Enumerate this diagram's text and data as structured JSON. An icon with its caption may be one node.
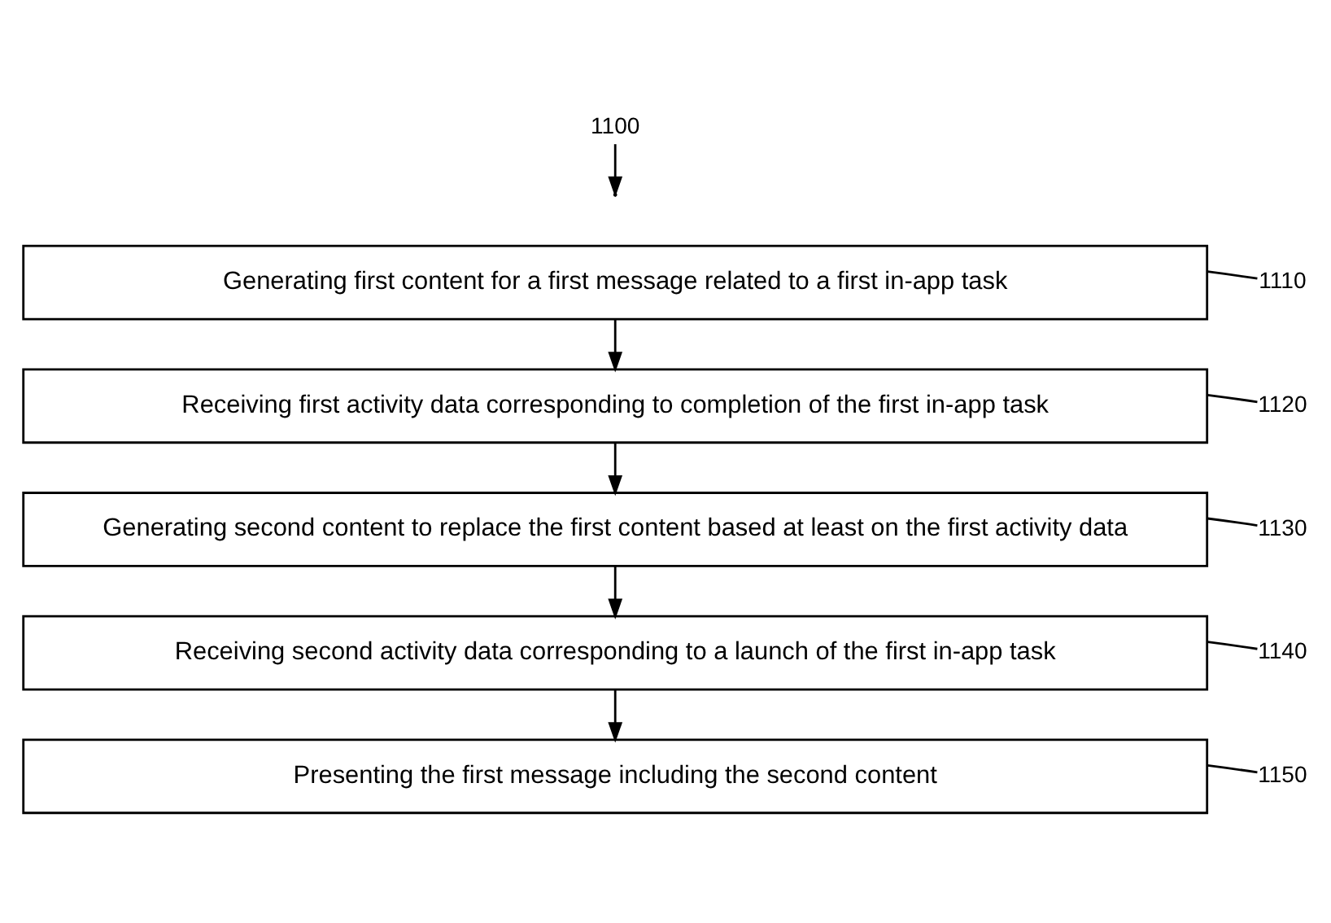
{
  "diagram": {
    "nodes": [
      {
        "text": [
          "Generating first content for a first message related to a first in-app task"
        ]
      },
      {
        "text": [
          "Receiving first activity data corresponding to completion of the first in-app task"
        ]
      },
      {
        "text": [
          "Generating second content to replace the first content based at least on the first activity data"
        ]
      },
      {
        "text": [
          "Receiving second activity data corresponding to a launch of the first in-app task"
        ]
      },
      {
        "text": [
          "Presenting the first message including the second content"
        ]
      },
      {
        "text": [
          "1100"
        ]
      },
      {
        "text": [
          "1110"
        ]
      },
      {
        "text": [
          "1120"
        ]
      },
      {
        "text": [
          "1130"
        ]
      },
      {
        "text": [
          "1140"
        ]
      },
      {
        "text": [
          "1150"
        ]
      }
    ],
    "edges": [
      {
        "from": 0,
        "to": 1,
        "arrow": "to"
      },
      {
        "from": 1,
        "to": 2,
        "arrow": "to"
      },
      {
        "from": 2,
        "to": 3,
        "arrow": "to"
      },
      {
        "from": 3,
        "to": 4,
        "arrow": "to"
      },
      {
        "from": 5,
        "to": null,
        "arrow": "to"
      },
      {
        "from": 6,
        "to": 0,
        "arrow": "none"
      },
      {
        "from": 7,
        "to": 1,
        "arrow": "none"
      },
      {
        "from": 8,
        "to": 2,
        "arrow": "none"
      },
      {
        "from": 9,
        "to": 3,
        "arrow": "none"
      },
      {
        "from": 10,
        "to": 4,
        "arrow": "none"
      }
    ]
  }
}
